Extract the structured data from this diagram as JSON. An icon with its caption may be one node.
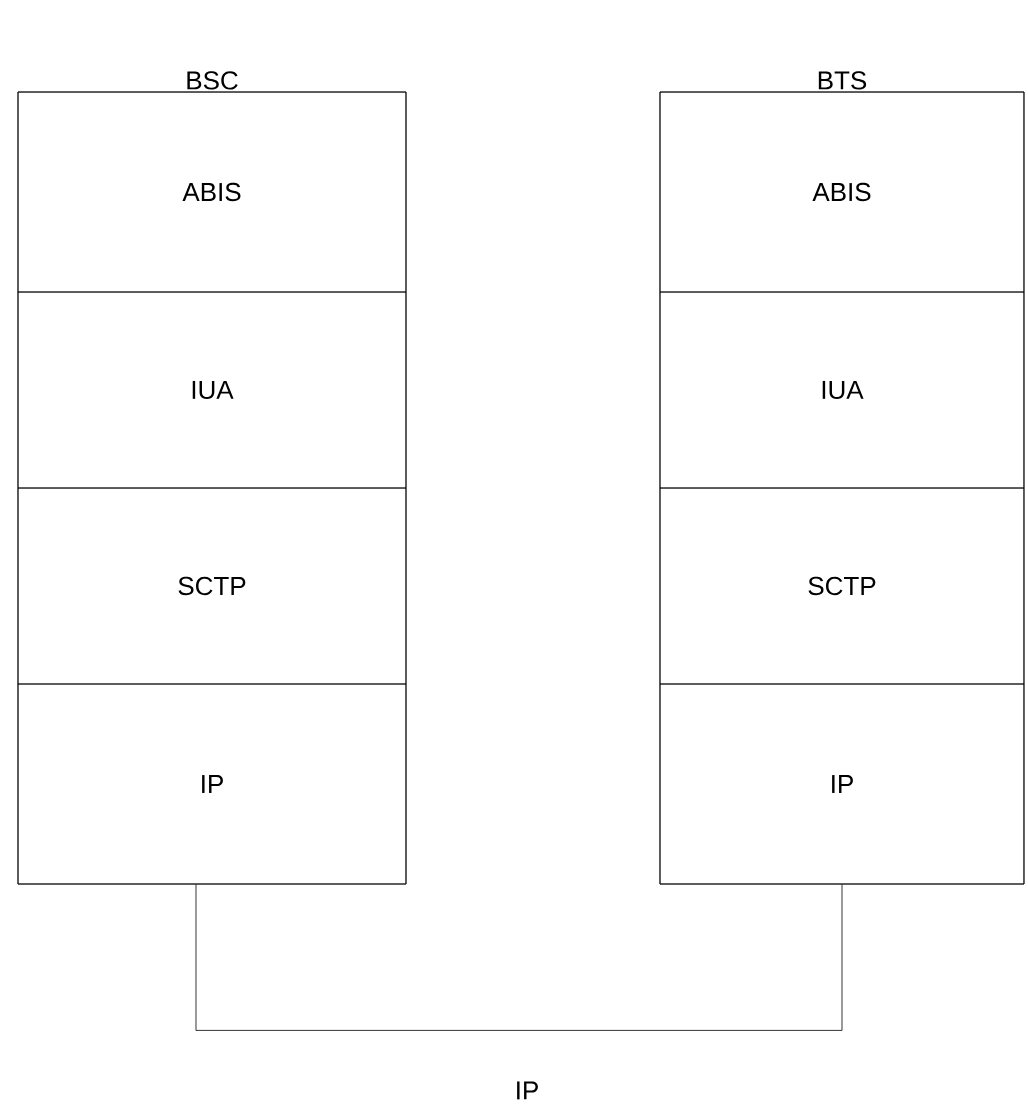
{
  "diagram": {
    "nodes": [
      {
        "text": [
          "BSC"
        ]
      },
      {
        "text": [
          "ABIS"
        ],
        "in": 0
      },
      {
        "text": [
          "IUA"
        ],
        "in": 0
      },
      {
        "text": [
          "SCTP"
        ],
        "in": 0
      },
      {
        "text": [
          "IP"
        ],
        "in": 0
      },
      {
        "text": [
          "BTS"
        ]
      },
      {
        "text": [
          "ABIS"
        ],
        "in": 5
      },
      {
        "text": [
          "IUA"
        ],
        "in": 5
      },
      {
        "text": [
          "SCTP"
        ],
        "in": 5
      },
      {
        "text": [
          "IP"
        ],
        "in": 5
      }
    ],
    "edges": [
      {
        "from": 4,
        "to": 9,
        "arrow": "none",
        "label": "IP"
      }
    ]
  }
}
